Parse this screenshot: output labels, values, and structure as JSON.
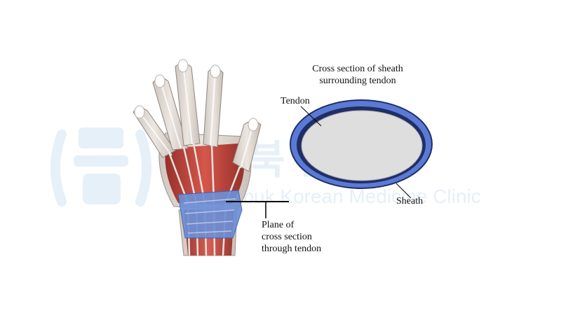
{
  "diagram": {
    "cross_section_title": [
      "Cross section of sheath",
      "surrounding tendon"
    ],
    "tendon_label": "Tendon",
    "sheath_label": "Sheath",
    "plane_label": [
      "Plane of",
      "cross section",
      "through tendon"
    ]
  },
  "watermark": {
    "korean_text": "문북 한의원",
    "english_text": "Munbuk Korean Medicine Clinic",
    "color": "#e3eef7"
  },
  "colors": {
    "sheath_outer": "#5b7ad6",
    "sheath_dark": "#1f2f66",
    "tendon_fill": "#dedede",
    "band_blue": "#6d8fd6",
    "muscle_red": "#c23a2e"
  }
}
